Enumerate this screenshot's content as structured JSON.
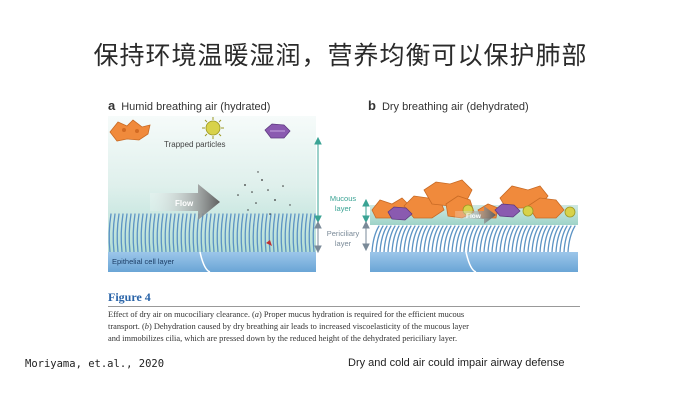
{
  "slide": {
    "title": "保持环境温暖湿润，营养均衡可以保护肺部",
    "citation": "Moriyama, et.al., 2020",
    "note": "Dry and cold air could impair airway defense"
  },
  "figure": {
    "panel_a": {
      "letter": "a",
      "title": "Humid breathing air (hydrated)"
    },
    "panel_b": {
      "letter": "b",
      "title": "Dry breathing air (dehydrated)"
    },
    "labels": {
      "trapped_particles": "Trapped particles",
      "flow": "Flow",
      "epithelial": "Epithelial cell layer",
      "mucous_1": "Mucous",
      "mucous_2": "layer",
      "periciliary_1": "Periciliary",
      "periciliary_2": "layer"
    },
    "caption": {
      "title": "Figure 4",
      "line1_pre": "Effect of dry air on mucociliary clearance. (",
      "line1_a": "a",
      "line1_post": ") Proper mucus hydration is required for the efficient mucous",
      "line2_pre": "transport. (",
      "line2_b": "b",
      "line2_post": ") Dehydration caused by dry breathing air leads to increased viscoelasticity of the mucous layer",
      "line3": "and immobilizes cilia, which are pressed down by the reduced height of the dehydrated periciliary layer."
    },
    "colors": {
      "mucus_top": "#e3f2ef",
      "mucus_bottom": "#9fd6cc",
      "cilia": "#5c93c4",
      "epithelium": "#7fb3de",
      "particle_orange": "#f08a3c",
      "particle_purple": "#8a5ab0",
      "particle_yellow": "#d8d24a",
      "arrow": "#6b6b6b",
      "bracket": "#3aa394"
    }
  }
}
